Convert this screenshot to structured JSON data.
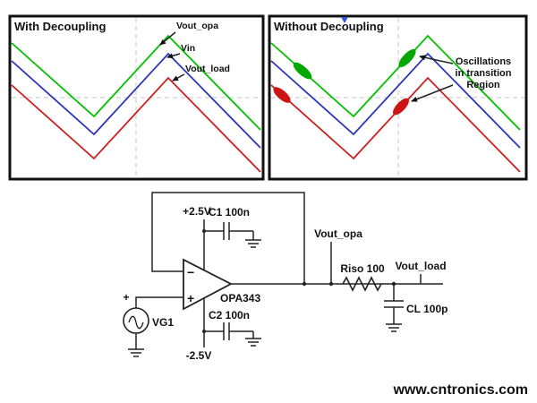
{
  "panels": {
    "left": {
      "title": "With Decoupling",
      "labels": {
        "vout_opa": "Vout_opa",
        "vin": "Vin",
        "vout_load": "Vout_load"
      }
    },
    "right": {
      "title": "Without Decoupling",
      "annotation": {
        "l1": "Oscillations",
        "l2": "in transition",
        "l3": "Region"
      }
    }
  },
  "circuit": {
    "vcc": "+2.5V",
    "vee": "-2.5V",
    "c1": "C1 100n",
    "c2": "C2 100n",
    "opamp_name": "OPA343",
    "opamp_minus": "−",
    "opamp_plus": "+",
    "source_name": "VG1",
    "source_plus": "+",
    "riso": "Riso 100",
    "cl": "CL 100p",
    "vout_opa": "Vout_opa",
    "vout_load": "Vout_load"
  },
  "watermark": {
    "text": "www.cntronics.com"
  },
  "colors": {
    "trace_green": "#00c000",
    "trace_blue": "#2b35b8",
    "trace_red": "#cc2020",
    "blob_green": "#00a800",
    "blob_red": "#cc1414",
    "marker_blue": "#2f55e0",
    "watermark_green": "#9cd69c",
    "panel_border": "#111111"
  }
}
